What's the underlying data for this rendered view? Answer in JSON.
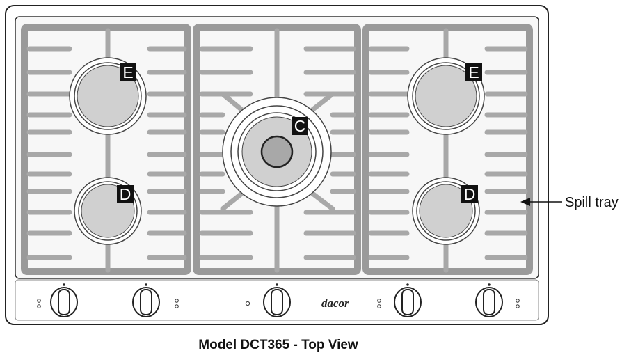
{
  "caption": "Model DCT365 - Top View",
  "callout": "Spill tray",
  "burners": [
    {
      "label": "E"
    },
    {
      "label": "E"
    },
    {
      "label": "C"
    },
    {
      "label": "D"
    },
    {
      "label": "D"
    }
  ],
  "logo": "dacor",
  "colors": {
    "frame": "#222222",
    "grate_fill": "#aaaaaa",
    "grate_stroke": "#444444",
    "burner_cap": "#d0d0d0",
    "badge": "#111111"
  }
}
